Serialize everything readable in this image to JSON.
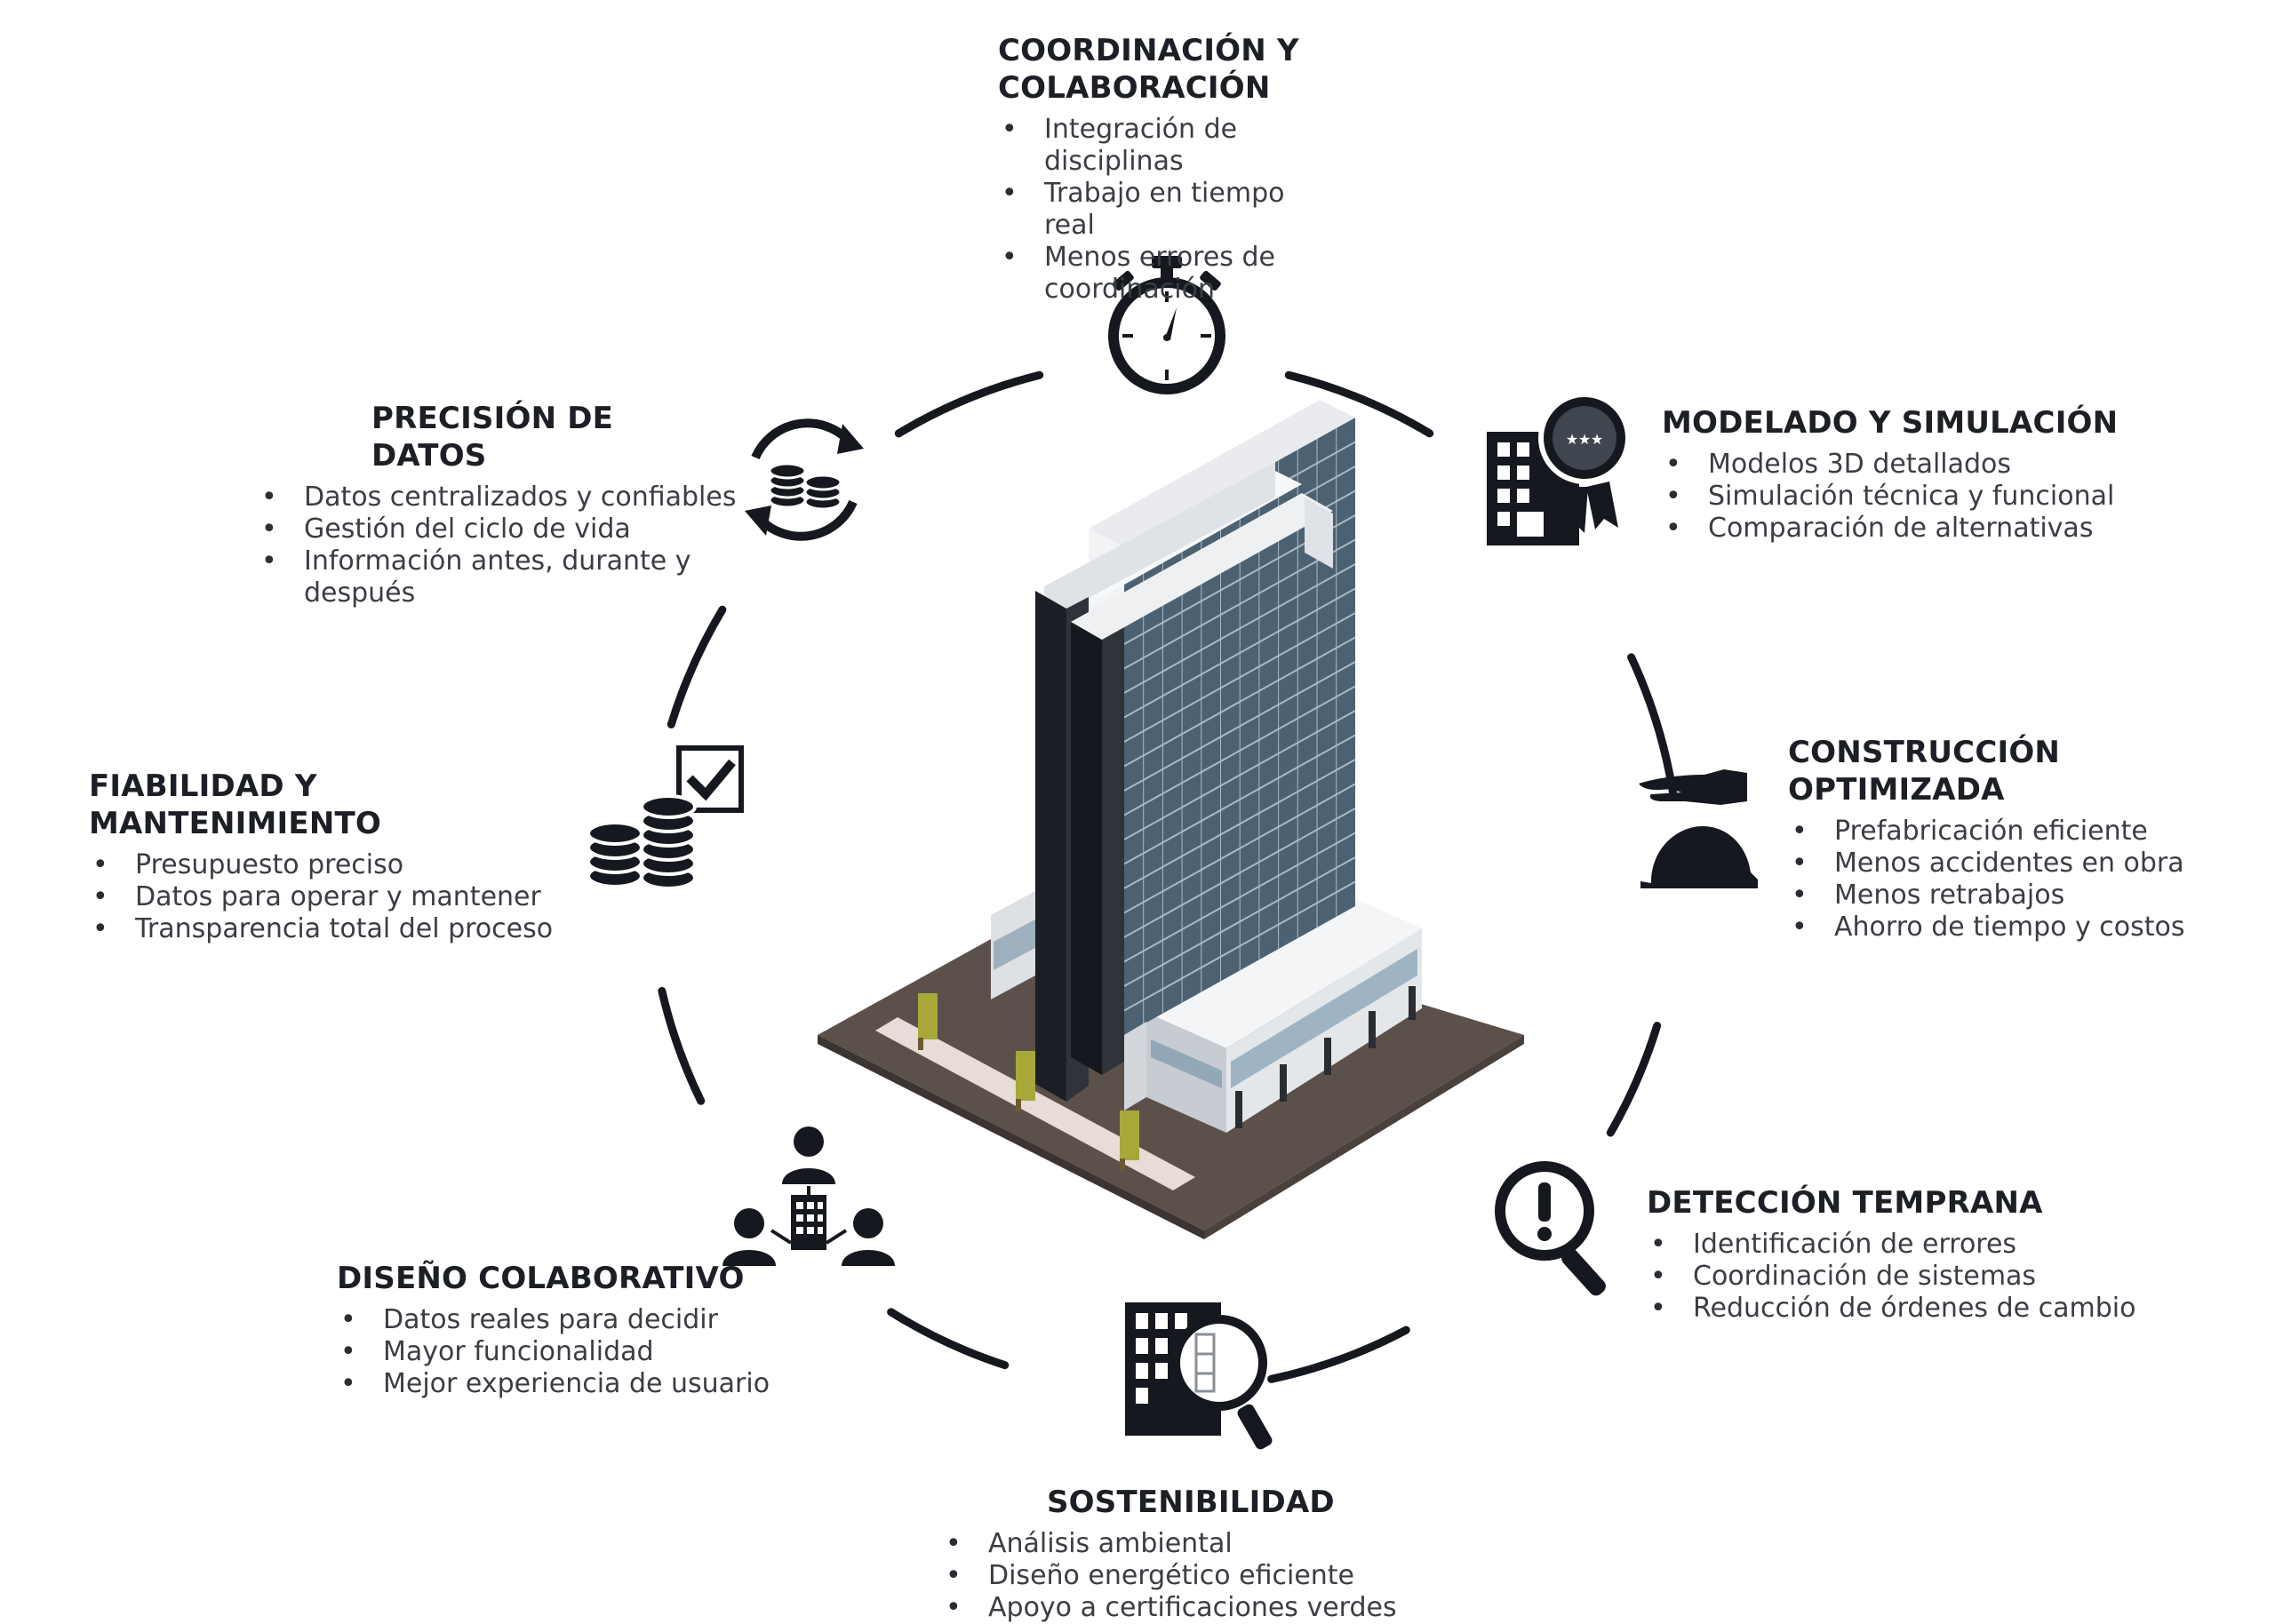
{
  "sections": {
    "coordinacion": {
      "title": "COORDINACIÓN Y COLABORACIÓN",
      "items": [
        "Integración de disciplinas",
        "Trabajo en tiempo real",
        "Menos errores de coordinación"
      ]
    },
    "modelado": {
      "title": "MODELADO Y SIMULACIÓN",
      "items": [
        "Modelos 3D detallados",
        "Simulación técnica y funcional",
        "Comparación de alternativas"
      ]
    },
    "construccion": {
      "title": "CONSTRUCCIÓN OPTIMIZADA",
      "items": [
        "Prefabricación eficiente",
        "Menos accidentes en obra",
        "Menos retrabajos",
        "Ahorro de tiempo y costos"
      ]
    },
    "deteccion": {
      "title": "DETECCIÓN TEMPRANA",
      "items": [
        "Identificación de errores",
        "Coordinación de sistemas",
        "Reducción de órdenes de cambio"
      ]
    },
    "sostenibilidad": {
      "title": "SOSTENIBILIDAD",
      "items": [
        "Análisis ambiental",
        "Diseño energético eficiente",
        "Apoyo a certificaciones verdes"
      ]
    },
    "diseno": {
      "title": "DISEÑO COLABORATIVO",
      "items": [
        "Datos reales para decidir",
        "Mayor funcionalidad",
        "Mejor experiencia de usuario"
      ]
    },
    "fiabilidad": {
      "title": "FIABILIDAD Y MANTENIMIENTO",
      "items": [
        "Presupuesto preciso",
        "Datos para operar y mantener",
        "Transparencia total del proceso"
      ]
    },
    "precision": {
      "title": "PRECISIÓN DE DATOS",
      "items": [
        "Datos centralizados y confiables",
        "Gestión del ciclo de vida",
        "Información antes, durante y después"
      ]
    }
  },
  "icons": {
    "coordinacion": "stopwatch-icon",
    "modelado": "building-award-icon",
    "construccion": "hand-hardhat-icon",
    "deteccion": "magnifier-alert-icon",
    "sostenibilidad": "building-search-icon",
    "diseno": "people-network-icon",
    "fiabilidad": "coins-check-icon",
    "precision": "coins-cycle-icon"
  },
  "colors": {
    "ring": "#15181e",
    "text": "#2a2d33",
    "facade": "#4c6272",
    "ground": "#5c504b"
  }
}
